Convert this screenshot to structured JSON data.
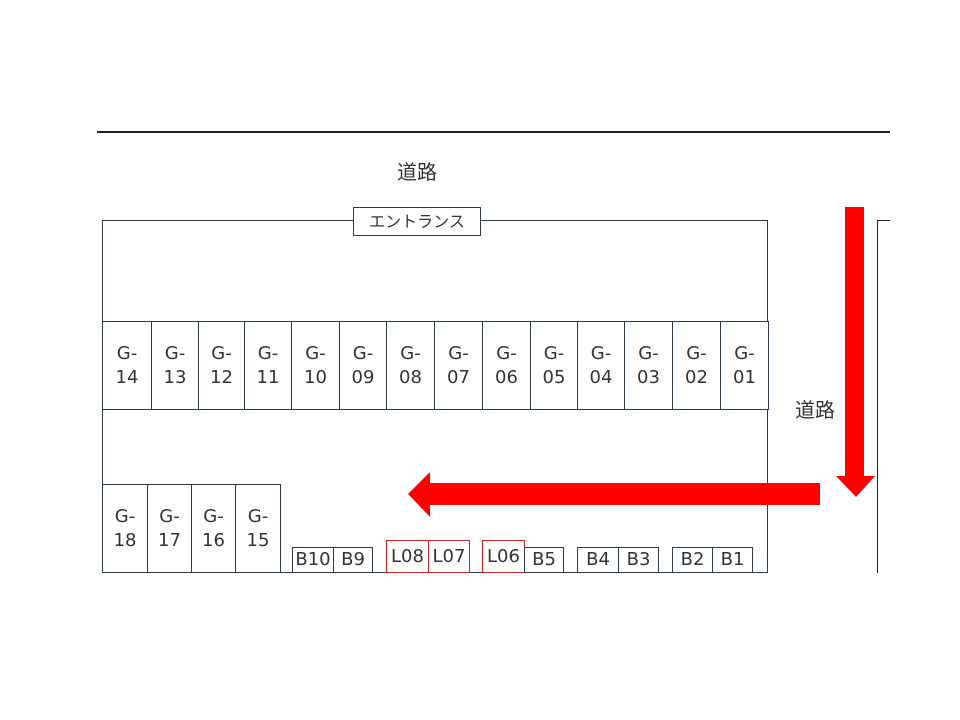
{
  "road_top_label": "道路",
  "road_right_label": "道路",
  "entrance_label": "エントランス",
  "top_row": [
    "G-\n14",
    "G-\n13",
    "G-\n12",
    "G-\n11",
    "G-\n10",
    "G-\n09",
    "G-\n08",
    "G-\n07",
    "G-\n06",
    "G-\n05",
    "G-\n04",
    "G-\n03",
    "G-\n02",
    "G-\n01"
  ],
  "bottom_row": [
    "G-\n18",
    "G-\n17",
    "G-\n16",
    "G-\n15"
  ],
  "small_spaces": [
    "B10",
    "B9",
    "L08",
    "L07",
    "L06",
    "B5",
    "B4",
    "B3",
    "B2",
    "B1"
  ],
  "colors": {
    "arrow": "#ff0000",
    "highlight_border": "#c0282c",
    "outline": "#2d3b4a"
  }
}
